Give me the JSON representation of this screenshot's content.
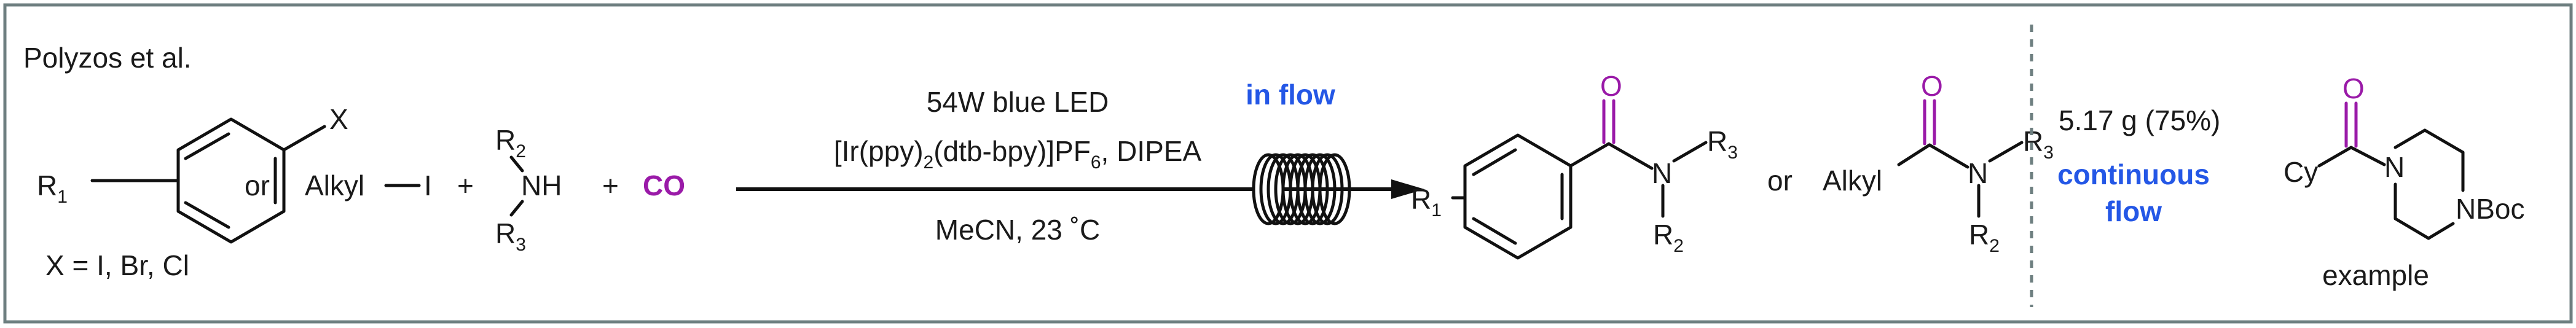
{
  "header": {
    "citation": "Polyzos et al."
  },
  "reactants": {
    "aryl_substituent_main": "R",
    "aryl_substituent_sub": "1",
    "aryl_halide_label": "X",
    "halide_options": "X = I, Br, Cl",
    "or_1": "or",
    "alkyl_label": "Alkyl",
    "iodide_label": "I",
    "plus_1": "+",
    "amine_r2_main": "R",
    "amine_r2_sub": "2",
    "amine_nh": "NH",
    "amine_r3_main": "R",
    "amine_r3_sub": "3",
    "plus_2": "+",
    "co_label": "CO"
  },
  "conditions": {
    "light": "54W blue LED",
    "catalyst_part1": "[Ir(ppy)",
    "catalyst_sub1": "2",
    "catalyst_part2": "(dtb-bpy)]PF",
    "catalyst_sub2": "6",
    "catalyst_part3": ", DIPEA",
    "solvent_temp": "MeCN, 23 ˚C",
    "flow_label": "in flow"
  },
  "products": {
    "aryl_r1_main": "R",
    "aryl_r1_sub": "1",
    "oxygen_1": "O",
    "nitrogen_1": "N",
    "r3_main_1": "R",
    "r3_sub_1": "3",
    "r2_main_1": "R",
    "r2_sub_1": "2",
    "or_2": "or",
    "alkyl_label": "Alkyl",
    "oxygen_2": "O",
    "nitrogen_2": "N",
    "r3_main_2": "R",
    "r3_sub_2": "3",
    "r2_main_2": "R",
    "r2_sub_2": "2"
  },
  "example": {
    "yield": "5.17 g (75%)",
    "continuous_line1": "continuous",
    "continuous_line2": "flow",
    "cy_label": "Cy",
    "oxygen": "O",
    "nitrogen_1": "N",
    "nitrogen_2": "NBoc",
    "caption": "example"
  },
  "colors": {
    "frame": "#6e7f80",
    "flow_blue": "#2457e6",
    "carbonyl_purple": "#9a1aa8",
    "divider": "#6e7f80"
  }
}
